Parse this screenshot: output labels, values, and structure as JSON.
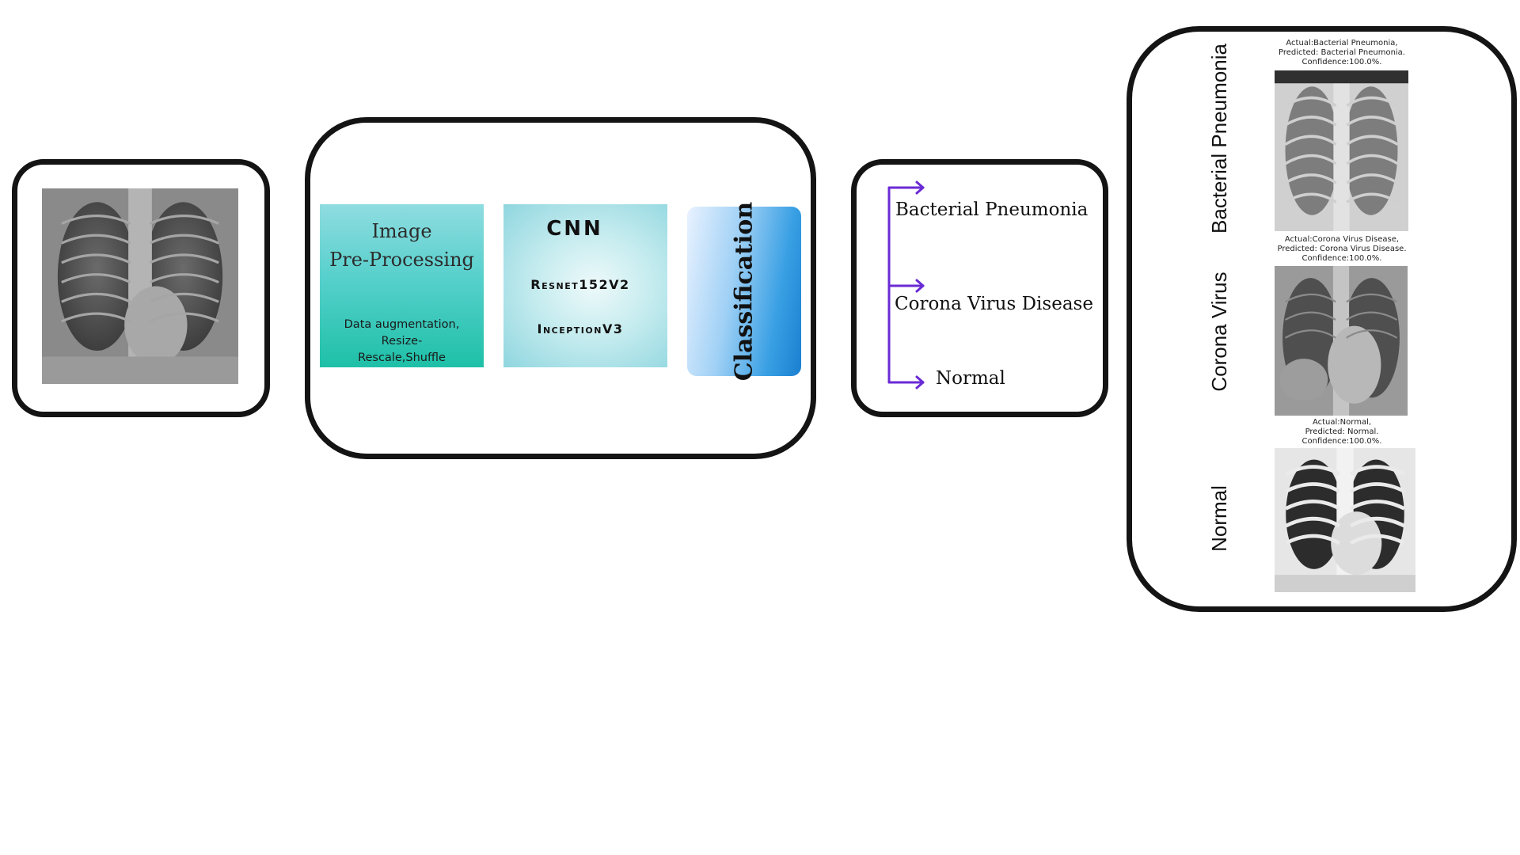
{
  "input": {
    "image_icon": "chest-xray-image"
  },
  "model": {
    "preprocessing": {
      "title_line1": "Image",
      "title_line2": "Pre-Processing",
      "desc_line1": "Data augmentation, Resize-",
      "desc_line2": "Rescale,Shuffle"
    },
    "cnn": {
      "label": "CNN",
      "models": [
        "Resnet152V2",
        "InceptionV3"
      ]
    },
    "classification": {
      "label": "Classification"
    }
  },
  "output": {
    "classes": [
      "Bacterial Pneumonia",
      "Corona Virus Disease",
      "Normal"
    ],
    "arrow_color": "#6a2ad6"
  },
  "results": {
    "rows": [
      {
        "label": "Bacterial Pneumonia",
        "actual": "Actual:Bacterial Pneumonia,",
        "predicted": "Predicted: Bacterial Pneumonia.",
        "confidence": "Confidence:100.0%."
      },
      {
        "label": "Corona Virus",
        "actual": "Actual:Corona Virus Disease,",
        "predicted": "Predicted: Corona Virus Disease.",
        "confidence": "Confidence:100.0%."
      },
      {
        "label": "Normal",
        "actual": "Actual:Normal,",
        "predicted": "Predicted: Normal.",
        "confidence": "Confidence:100.0%."
      }
    ]
  }
}
